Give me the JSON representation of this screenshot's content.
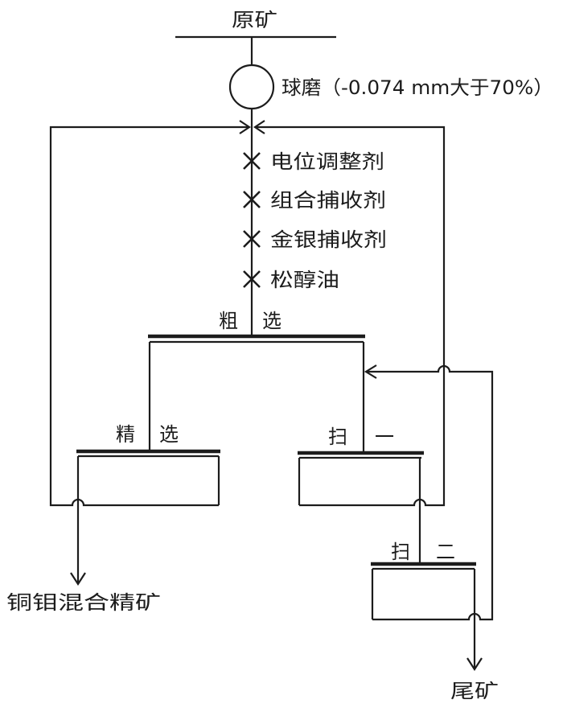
{
  "style": {
    "line_color": "#1c1c1c",
    "background": "#ffffff"
  },
  "feed": {
    "label": "原矿"
  },
  "mill": {
    "label": "球磨（-0.074 mm大于70%）"
  },
  "reagents": [
    {
      "label": "电位调整剂"
    },
    {
      "label": "组合捕收剂"
    },
    {
      "label": "金银捕收剂"
    },
    {
      "label": "松醇油"
    }
  ],
  "stages": {
    "rougher": "粗 选",
    "cleaner": "精 选",
    "scavenger1": "扫 一",
    "scavenger2": "扫 二"
  },
  "products": {
    "concentrate": "铜钼混合精矿",
    "tailings": "尾矿"
  }
}
